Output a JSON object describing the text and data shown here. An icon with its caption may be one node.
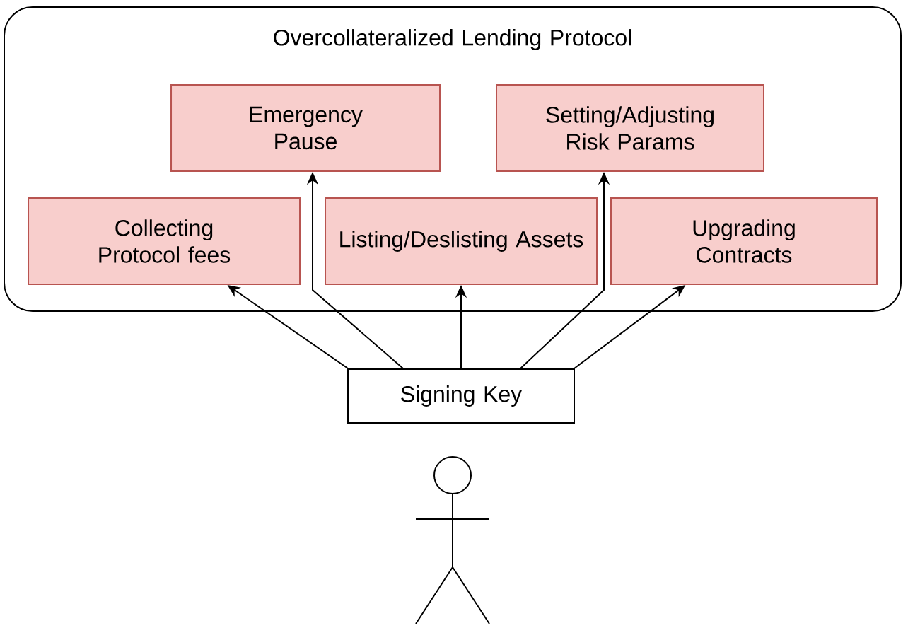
{
  "diagram": {
    "nodes": [
      {
        "text": [
          "Overcollateralized Lending Protocol"
        ]
      },
      {
        "text": [
          "Emergency Pause"
        ],
        "in": 0
      },
      {
        "text": [
          "Setting/Adjusting Risk Params"
        ],
        "in": 0
      },
      {
        "text": [
          "Collecting Protocol fees"
        ],
        "in": 0
      },
      {
        "text": [
          "Listing/Deslisting Assets"
        ],
        "in": 0
      },
      {
        "text": [
          "Upgrading Contracts"
        ],
        "in": 0
      },
      {
        "text": [
          "Signing Key"
        ]
      },
      {
        "text": [],
        "shape": "person"
      }
    ],
    "edges": [
      {
        "from": 6,
        "to": 3,
        "arrow": "to"
      },
      {
        "from": 6,
        "to": 1,
        "arrow": "to"
      },
      {
        "from": 6,
        "to": 4,
        "arrow": "to"
      },
      {
        "from": 6,
        "to": 2,
        "arrow": "to"
      },
      {
        "from": 6,
        "to": 5,
        "arrow": "to"
      }
    ]
  }
}
